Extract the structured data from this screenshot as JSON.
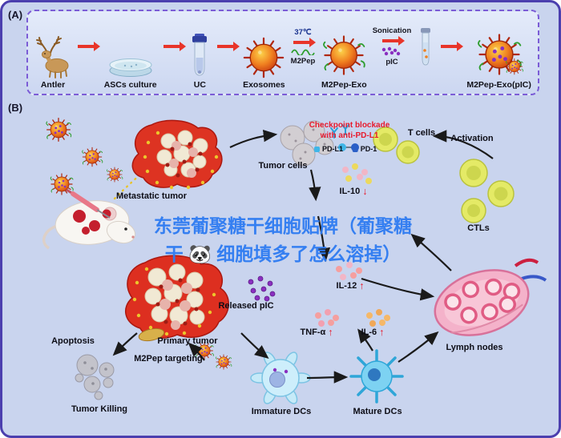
{
  "figure": {
    "panel_a_tag": "(A)",
    "panel_b_tag": "(B)"
  },
  "panel_a": {
    "steps": [
      {
        "label": "Antler",
        "icon": "deer-antler-icon"
      },
      {
        "label": "ASCs culture",
        "icon": "petri-dish-icon"
      },
      {
        "label": "UC",
        "icon": "centrifuge-tube-icon"
      },
      {
        "label": "Exosomes",
        "icon": "exosome-icon"
      },
      {
        "label": "M2Pep-Exo",
        "icon": "m2pep-exosome-icon"
      },
      {
        "label": "M2Pep-Exo(pIC)",
        "icon": "m2pep-pic-exosome-icon"
      }
    ],
    "arrow1_top": "37℃",
    "arrow1_bottom": "M2Pep",
    "arrow2_top": "Sonication",
    "arrow2_bottom": "pIC"
  },
  "panel_b": {
    "checkpoint_line1": "Checkpoint blockade",
    "checkpoint_line2": "with anti-PD-L1",
    "t_cells": "T cells",
    "activation": "Activation",
    "tumor_cells": "Tumor cells",
    "pd_l1": "PD-L1",
    "pd_1": "PD-1",
    "metastatic_tumor": "Metastatic tumor",
    "ctls": "CTLs",
    "released_pic": "Released pIC",
    "lymph_nodes": "Lymph nodes",
    "apoptosis": "Apoptosis",
    "primary_tumor": "Primary tumor",
    "m2pep_targeting": "M2Pep targeting",
    "tumor_killing": "Tumor Killing",
    "immature_dcs": "Immature DCs",
    "mature_dcs": "Mature DCs",
    "cytokines": {
      "il10": {
        "name": "IL-10",
        "dir": "↓"
      },
      "il12": {
        "name": "IL-12",
        "dir": "↑"
      },
      "tnfa": {
        "name": "TNF-α",
        "dir": "↑"
      },
      "il6": {
        "name": "IL-6",
        "dir": "↑"
      }
    }
  },
  "watermark": {
    "line1": "东莞葡聚糖干细胞贴牌（葡聚糖",
    "line2": "干 🐼 细胞填多了怎么溶掉）",
    "color": "#2e7bf2"
  },
  "colors": {
    "background": "#c9d4ee",
    "frame_border": "#4b3fae",
    "panel_a_border": "#7b5cd6",
    "step_arrow_red": "#e8352a",
    "checkpoint_red": "#e8192c",
    "cytokine_red": "#e8192c",
    "exosome_orange": "#f08020",
    "pic_purple": "#8a2fc0",
    "m2pep_green": "#2f9e30",
    "pd_l1_blue": "#3fb6e8",
    "pd_1_blue": "#2b5fc7"
  }
}
